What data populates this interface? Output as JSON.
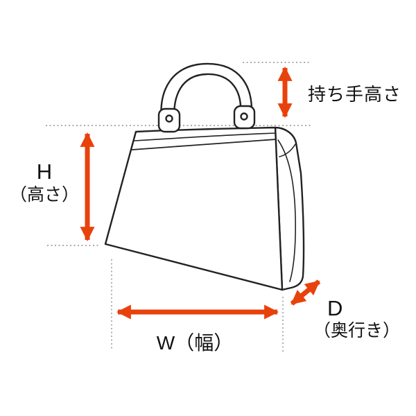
{
  "diagram": {
    "subject": "bag-measurement-guide",
    "labels": {
      "handle_height": "持ち手高さ",
      "height_letter": "H",
      "height_sub": "（高さ）",
      "width": "W（幅）",
      "depth_letter": "D",
      "depth_sub": "（奥行き）"
    },
    "colors": {
      "arrow": "#e8420c",
      "bag_outline": "#222222",
      "guide_line": "#8f8f8f",
      "text": "#111111",
      "background": "#ffffff"
    }
  }
}
